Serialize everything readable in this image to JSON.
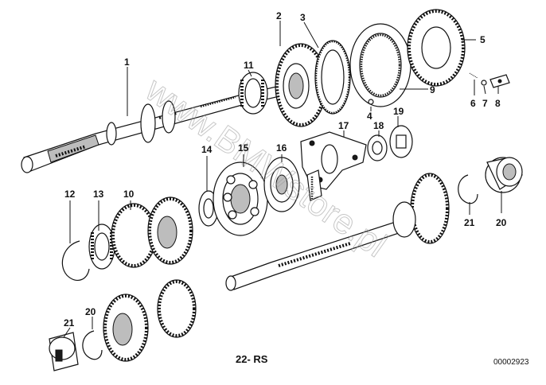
{
  "diagram": {
    "caption": "22- RS",
    "drawing_number": "00002923",
    "watermark": "www.BMWstore.pl",
    "part_labels": [
      "1",
      "2",
      "3",
      "4",
      "5",
      "6",
      "7",
      "8",
      "9",
      "10",
      "11",
      "12",
      "13",
      "14",
      "15",
      "16",
      "17",
      "18",
      "19",
      "20",
      "21",
      "21",
      "20"
    ]
  }
}
